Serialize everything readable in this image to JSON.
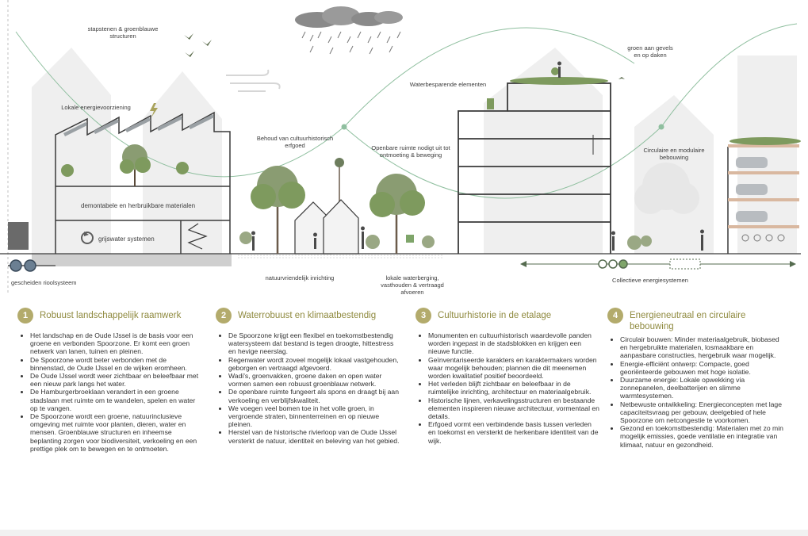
{
  "scene": {
    "labels": {
      "stapstenen": "stapstenen & groenblauwe\nstructuren",
      "groen_gevels": "groen aan gevels\nen op daken",
      "water_elementen": "Waterbesparende elementen",
      "lokale_energie": "Lokale energievoorziening",
      "behoud": "Behoud van cultuurhistorisch\nerfgoed",
      "openbare_ruimte": "Openbare ruimte nodigt uit tot\nontmoeting & beweging",
      "circulaire": "Circulaire en modulaire\nbebouwing",
      "demontabele": "demontabele en herbruikbare materialen",
      "grijswater": "grijswater systemen",
      "riool": "gescheiden rioolsysteem",
      "natuurvriendelijk": "natuurvriendelijk inrichting",
      "waterberging": "lokale waterberging,\nvasthouden & vertraagd\nafvoeren",
      "energiesystemen": "Collectieve energiesystemen"
    },
    "colors": {
      "arc": "#8fbf9f",
      "building_line": "#3a3a3a",
      "green": "#7e9a5e",
      "tree": "#8a9c72",
      "ghost": "#ececec",
      "accent": "#b3ab6c"
    }
  },
  "columns": [
    {
      "num": "1",
      "title": "Robuust landschappelijk raamwerk",
      "items": [
        "Het landschap en de Oude IJssel is de basis voor een groene en verbonden Spoorzone. Er komt een groen netwerk van lanen, tuinen en pleinen.",
        "De Spoorzone wordt beter verbonden met de binnenstad, de Oude IJssel en de wijken eromheen.",
        "De Oude IJssel wordt weer zichtbaar en beleefbaar met een nieuw park langs het water.",
        "De Hamburgerbroeklaan verandert in een groene stadslaan met ruimte om te wandelen, spelen en water op te vangen.",
        "De Spoorzone wordt een groene, natuurinclusieve omgeving met ruimte voor planten, dieren, water en mensen. Groenblauwe structuren en inheemse beplanting zorgen voor biodiversiteit, verkoeling en een prettige plek om te bewegen en te ontmoeten."
      ]
    },
    {
      "num": "2",
      "title": "Waterrobuust en klimaatbestendig",
      "items": [
        "De Spoorzone krijgt een flexibel en toekomstbestendig watersysteem dat bestand is tegen droogte, hittestress en hevige neerslag.",
        "Regenwater wordt zoveel mogelijk lokaal vastgehouden, geborgen en vertraagd afgevoerd.",
        "Wadi's, groenvakken, groene daken en open water vormen samen een robuust groenblauw netwerk.",
        "De openbare ruimte fungeert als spons en draagt bij aan verkoeling en verblijfskwaliteit.",
        "We voegen veel bomen toe in het volle groen, in vergroende straten, binnenterreinen en op nieuwe pleinen.",
        "Herstel van de historische rivierloop van de Oude IJssel versterkt de natuur, identiteit en beleving van het gebied."
      ]
    },
    {
      "num": "3",
      "title": "Cultuurhistorie in de etalage",
      "items": [
        "Monumenten en cultuurhistorisch waardevolle panden worden ingepast in de stadsblokken en krijgen een nieuwe functie.",
        "Geïnventariseerde karakters en karaktermakers worden waar mogelijk behouden; plannen die dit meenemen worden kwalitatief positief beoordeeld.",
        "Het verleden blijft zichtbaar en beleefbaar in de ruimtelijke inrichting, architectuur en materiaalgebruik.",
        "Historische lijnen, verkavelingsstructuren en bestaande elementen inspireren nieuwe architectuur, vormentaal en details.",
        "Erfgoed vormt een verbindende basis tussen verleden en toekomst en versterkt de herkenbare identiteit van de wijk."
      ]
    },
    {
      "num": "4",
      "title": "Energieneutraal en circulaire bebouwing",
      "items": [
        "Circulair bouwen: Minder materiaalgebruik, biobased en hergebruikte materialen, losmaakbare en aanpasbare constructies, hergebruik waar mogelijk.",
        "Energie-efficiënt ontwerp: Compacte, goed georiënteerde gebouwen met hoge isolatie.",
        "Duurzame energie: Lokale opwekking via zonnepanelen, deelbatterijen en slimme warmtesystemen.",
        "Netbewuste ontwikkeling: Energieconcepten met lage capaciteitsvraag per gebouw, deelgebied of hele Spoorzone om netcongestie te voorkomen.",
        "Gezond en toekomstbestendig: Materialen met zo min mogelijk emissies, goede ventilatie en integratie van klimaat, natuur en gezondheid."
      ]
    }
  ]
}
